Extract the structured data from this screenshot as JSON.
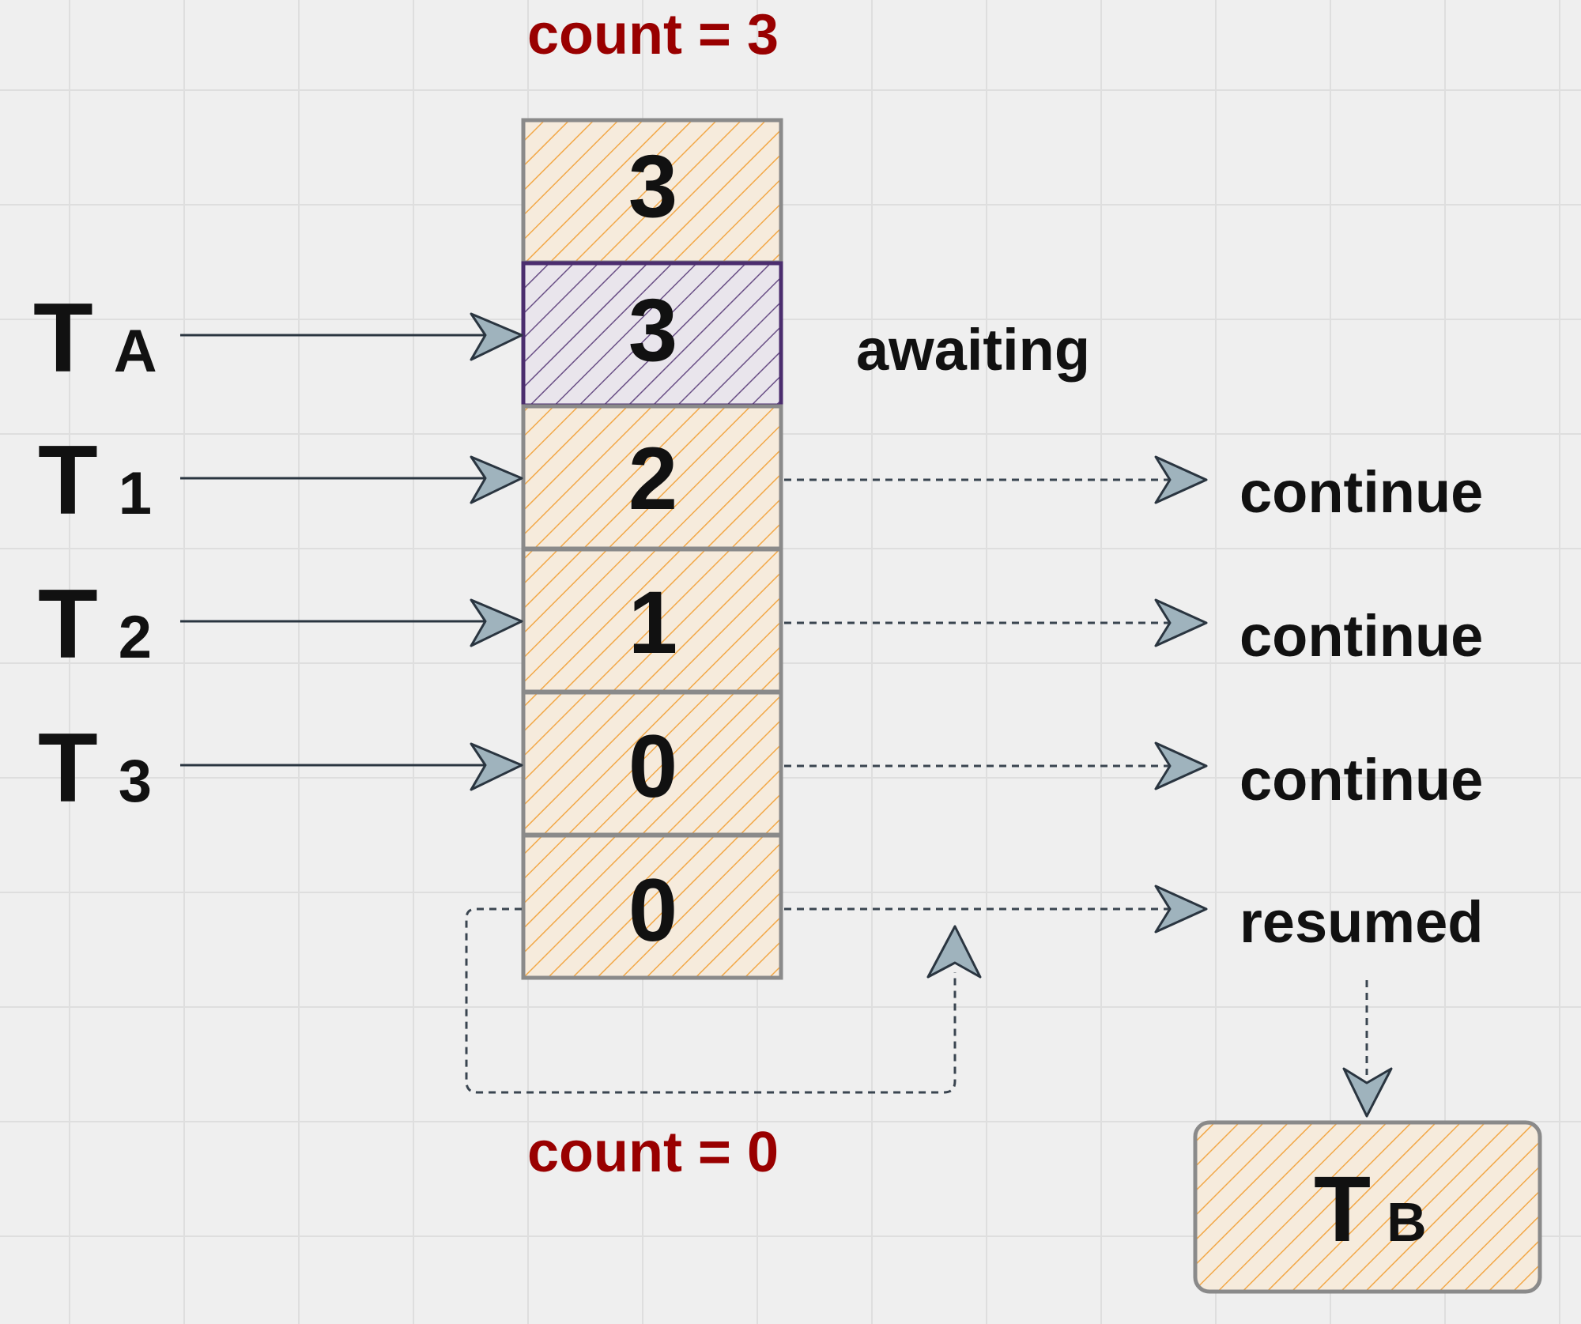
{
  "top_label": "count = 3",
  "bottom_label": "count = 0",
  "cells": [
    {
      "value": "3",
      "variant": "orange"
    },
    {
      "value": "3",
      "variant": "purple"
    },
    {
      "value": "2",
      "variant": "orange"
    },
    {
      "value": "1",
      "variant": "orange"
    },
    {
      "value": "0",
      "variant": "orange"
    },
    {
      "value": "0",
      "variant": "orange"
    }
  ],
  "threads": [
    {
      "main": "T",
      "sub": "A"
    },
    {
      "main": "T",
      "sub": "1"
    },
    {
      "main": "T",
      "sub": "2"
    },
    {
      "main": "T",
      "sub": "3"
    }
  ],
  "status_awaiting": "awaiting",
  "status_right": [
    "continue",
    "continue",
    "continue",
    "resumed"
  ],
  "tb_box": {
    "main": "T",
    "sub": "B"
  },
  "colors": {
    "orange_stroke": "#f2a848",
    "purple_stroke": "#6a4f86",
    "purple_border": "#4b2d6e",
    "cell_border": "#8a8a8a",
    "red_text": "#990000",
    "dark_text": "#111111"
  }
}
